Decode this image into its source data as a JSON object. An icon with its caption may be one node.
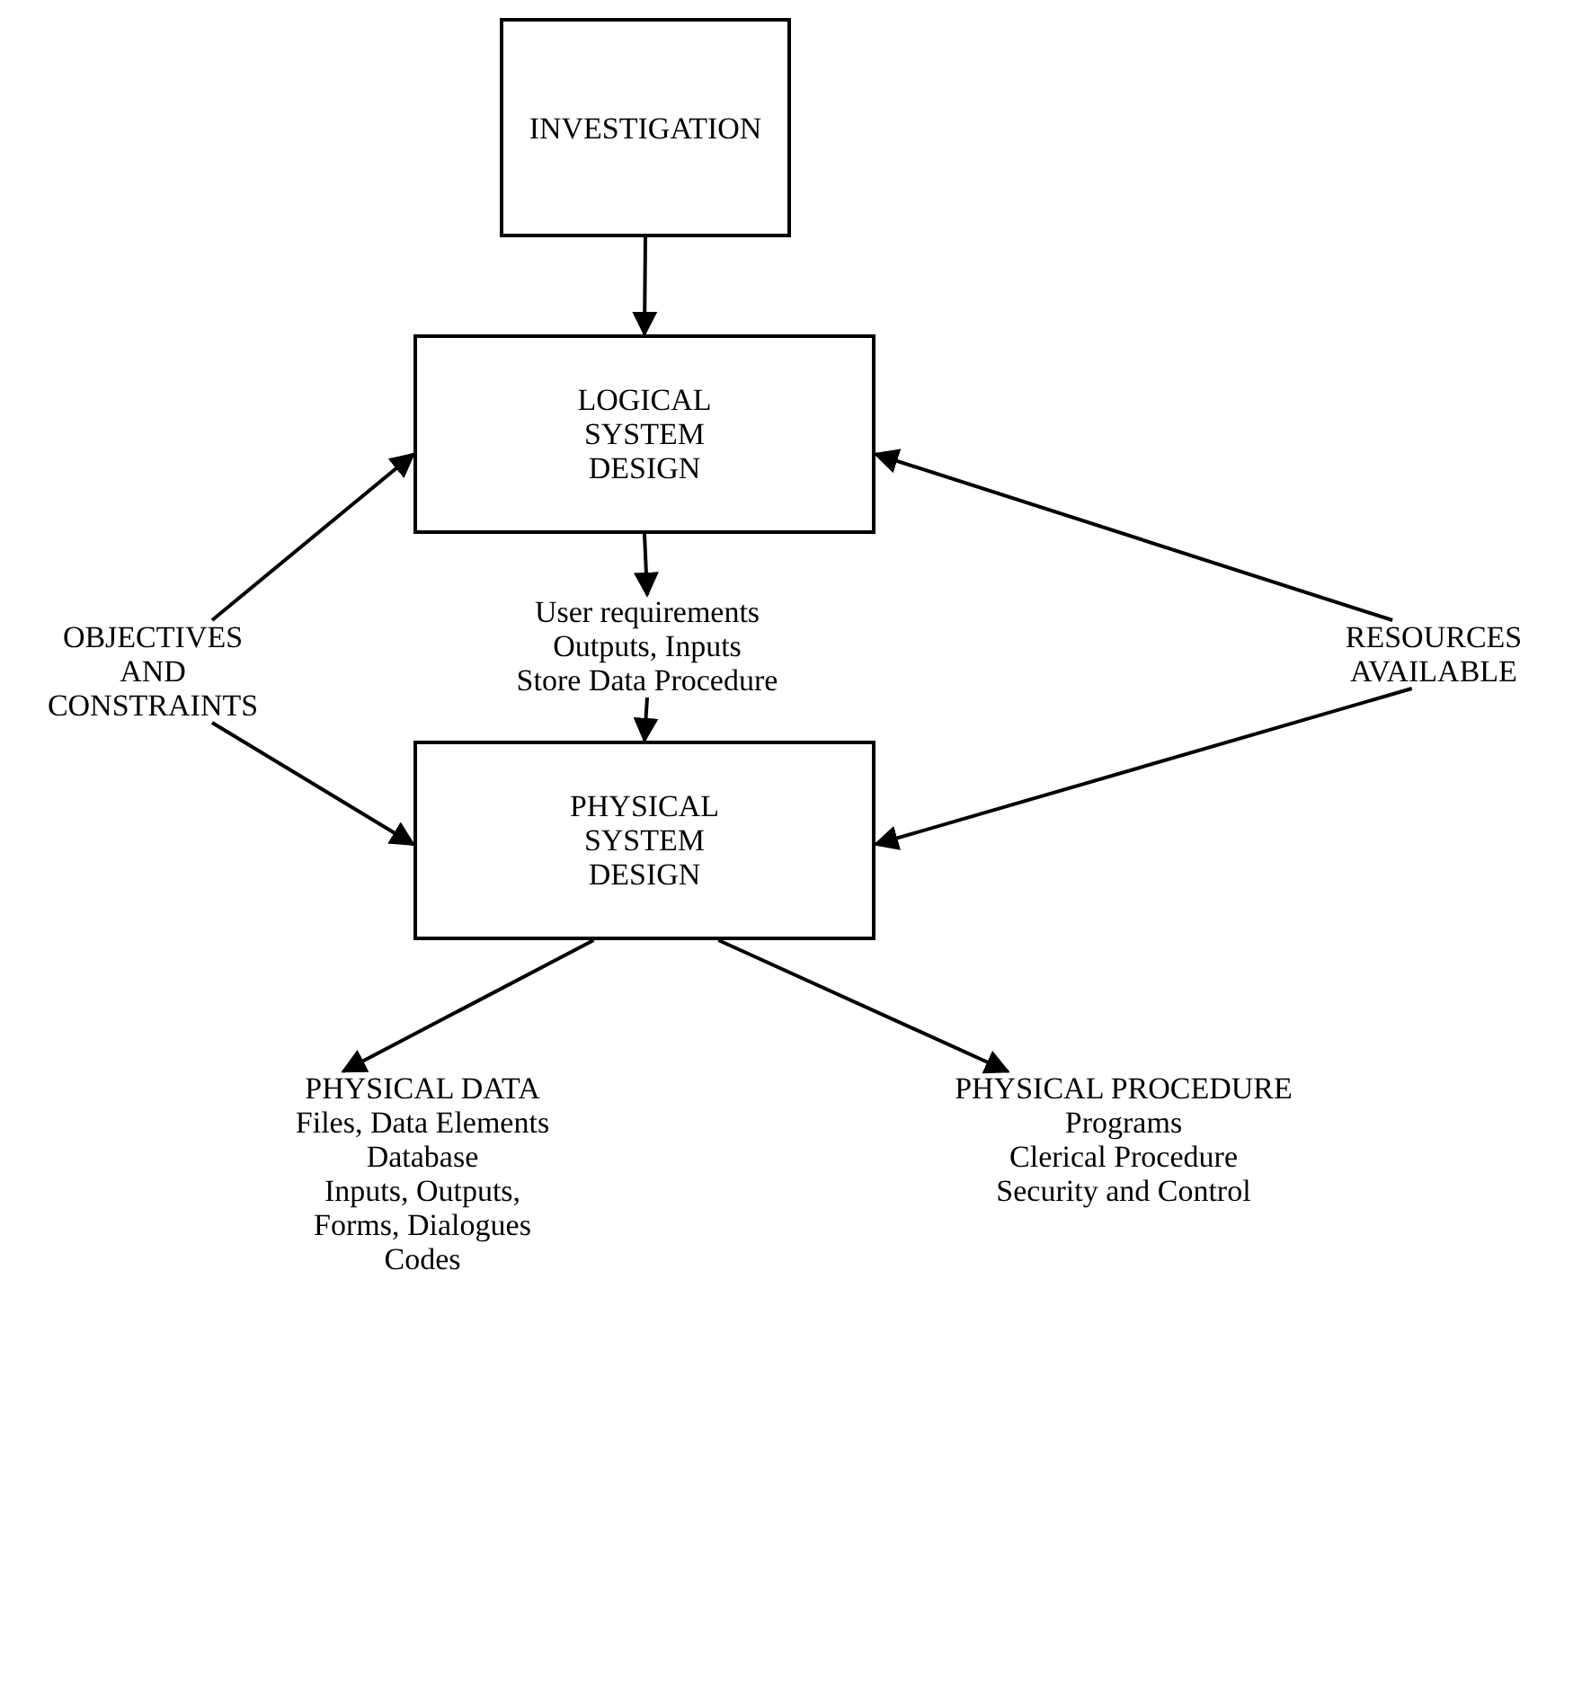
{
  "diagram": {
    "nodes": [
      {
        "text": [
          "INVESTIGATION"
        ]
      },
      {
        "text": [
          "LOGICAL SYSTEM DESIGN"
        ]
      },
      {
        "text": [
          "User requirements",
          "Outputs, Inputs",
          "Store Data Procedure"
        ]
      },
      {
        "text": [
          "PHYSICAL SYSTEM DESIGN"
        ]
      },
      {
        "text": [
          "OBJECTIVES AND CONSTRAINTS"
        ]
      },
      {
        "text": [
          "RESOURCES AVAILABLE"
        ]
      },
      {
        "text": [
          "PHYSICAL DATA",
          "Files, Data Elements",
          "Database",
          "Inputs, Outputs, Forms, Dialogues",
          "Codes"
        ]
      },
      {
        "text": [
          "PHYSICAL PROCEDURE",
          "Programs",
          "Clerical Procedure",
          "Security and Control"
        ]
      }
    ],
    "edges": [
      {
        "from": 0,
        "to": 1,
        "arrow": "to"
      },
      {
        "from": 1,
        "to": 2,
        "arrow": "to"
      },
      {
        "from": 2,
        "to": 3,
        "arrow": "to"
      },
      {
        "from": 4,
        "to": 1,
        "arrow": "to"
      },
      {
        "from": 4,
        "to": 3,
        "arrow": "to"
      },
      {
        "from": 5,
        "to": 1,
        "arrow": "to"
      },
      {
        "from": 5,
        "to": 3,
        "arrow": "to"
      },
      {
        "from": 3,
        "to": 6,
        "arrow": "to"
      },
      {
        "from": 3,
        "to": 7,
        "arrow": "to"
      }
    ]
  }
}
